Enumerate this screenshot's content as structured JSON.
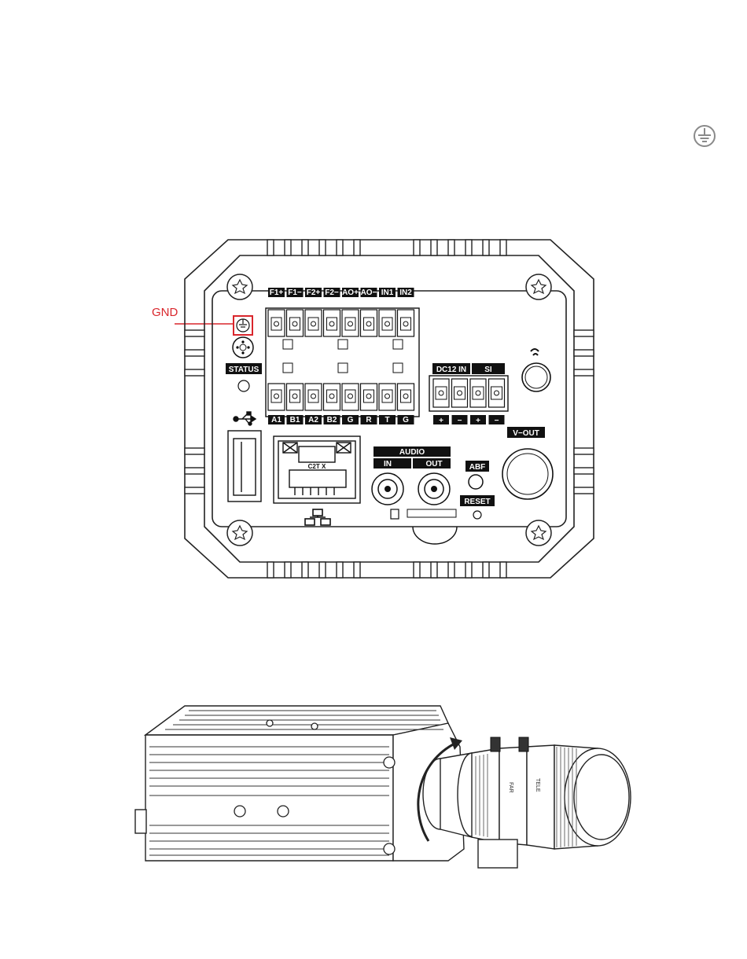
{
  "gnd_callout": {
    "text": "GND",
    "color": "#d9262c"
  },
  "ground_symbol_icon": "earth-ground-icon",
  "rear_panel": {
    "top_terminals": [
      "F1+",
      "F1−",
      "F2+",
      "F2−",
      "AO+",
      "AO−",
      "IN1",
      "IN2"
    ],
    "bottom_terminals": [
      "A1",
      "B1",
      "A2",
      "B2",
      "G",
      "R",
      "T",
      "G"
    ],
    "status_label": "STATUS",
    "power_header": [
      "DC12 IN",
      "SI"
    ],
    "power_signs": [
      "+",
      "−",
      "+",
      "−"
    ],
    "audio_label": "AUDIO",
    "audio_in_label": "IN",
    "audio_out_label": "OUT",
    "abf_label": "ABF",
    "reset_label": "RESET",
    "vout_label": "V−OUT",
    "ethernet_port_text": "C2T  X"
  },
  "lens": {
    "far_label": "FAR",
    "tele_label": "TELE"
  }
}
